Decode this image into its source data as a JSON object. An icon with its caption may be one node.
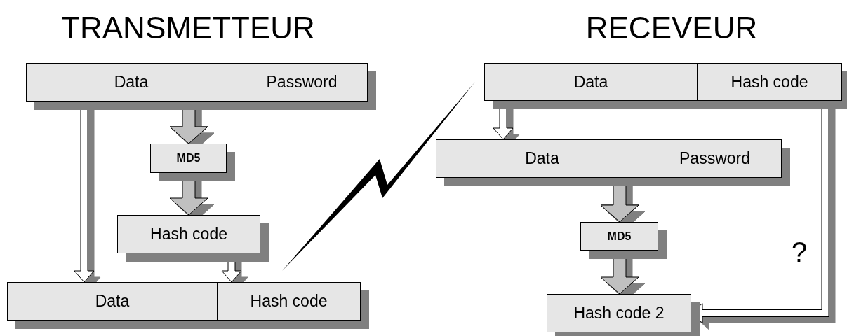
{
  "diagram": {
    "nodes": [
      {
        "text": [
          "Data"
        ]
      },
      {
        "text": [
          "Password"
        ]
      },
      {
        "text": [
          "MD5"
        ]
      },
      {
        "text": [
          "Hash code"
        ]
      },
      {
        "text": [
          "Data"
        ]
      },
      {
        "text": [
          "Hash code"
        ]
      },
      {
        "text": [
          "Data"
        ]
      },
      {
        "text": [
          "Hash code"
        ]
      },
      {
        "text": [
          "Data"
        ]
      },
      {
        "text": [
          "Password"
        ]
      },
      {
        "text": [
          "MD5"
        ]
      },
      {
        "text": [
          "Hash code 2"
        ]
      }
    ],
    "edges": [
      {
        "from": 0,
        "to": 4,
        "arrow": "to"
      },
      {
        "from": 0,
        "to": 2,
        "arrow": "to",
        "style": "thick"
      },
      {
        "from": 1,
        "to": 2,
        "arrow": "to",
        "style": "thick"
      },
      {
        "from": 2,
        "to": 3,
        "arrow": "to",
        "style": "thick"
      },
      {
        "from": 3,
        "to": 5,
        "arrow": "to"
      },
      {
        "from": 6,
        "to": 8,
        "arrow": "to"
      },
      {
        "from": 8,
        "to": 10,
        "arrow": "to",
        "style": "thick"
      },
      {
        "from": 9,
        "to": 10,
        "arrow": "to",
        "style": "thick"
      },
      {
        "from": 10,
        "to": 11,
        "arrow": "to",
        "style": "thick"
      },
      {
        "from": 7,
        "to": 11,
        "arrow": "to",
        "label": "?"
      }
    ],
    "labels": [
      "TRANSMETTEUR",
      "RECEVEUR"
    ]
  }
}
